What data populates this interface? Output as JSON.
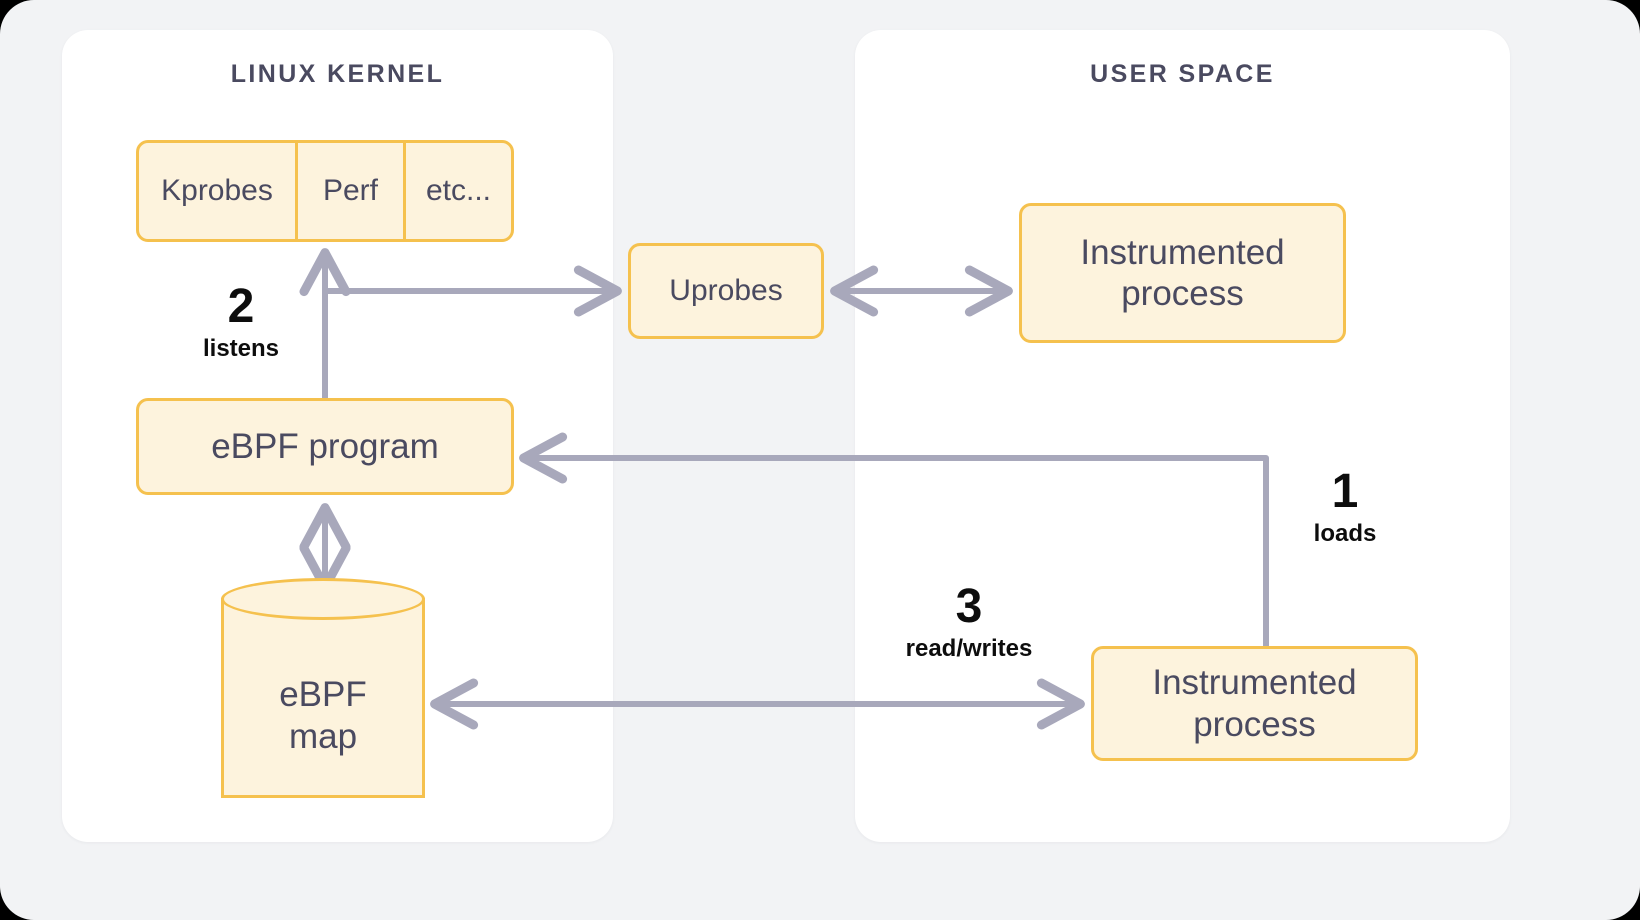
{
  "diagram": {
    "title_kernel": "LINUX KERNEL",
    "title_user": "USER SPACE",
    "colors": {
      "page_background": "#f2f3f5",
      "panel_background": "#ffffff",
      "node_fill": "#fdf3dd",
      "node_border": "#f5c14e",
      "node_text": "#4a4a60",
      "arrow": "#a8a8bb",
      "annotation_text": "#0d0d0d"
    }
  },
  "kernel": {
    "probes": {
      "cells": [
        "Kprobes",
        "Perf",
        "etc..."
      ]
    },
    "ebpf_program": "eBPF program",
    "ebpf_map_line1": "eBPF",
    "ebpf_map_line2": "map"
  },
  "middle": {
    "uprobes": "Uprobes"
  },
  "user": {
    "process_top_line1": "Instrumented",
    "process_top_line2": "process",
    "process_bottom_line1": "Instrumented",
    "process_bottom_line2": "process"
  },
  "steps": [
    {
      "num": "1",
      "label": "loads"
    },
    {
      "num": "2",
      "label": "listens"
    },
    {
      "num": "3",
      "label": "read/writes"
    }
  ]
}
